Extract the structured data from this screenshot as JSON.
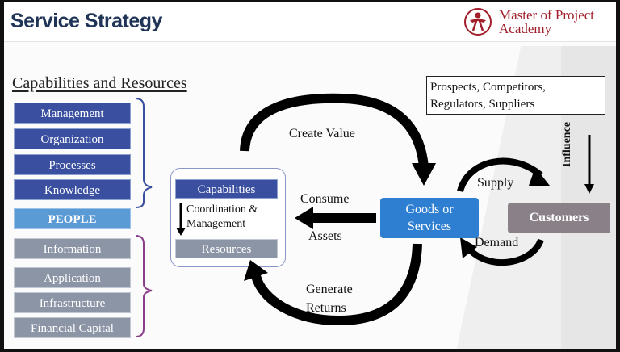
{
  "header": {
    "title": "Service Strategy",
    "logo": {
      "line1": "Master of Project",
      "line2": "Academy"
    }
  },
  "capabilities_resources": {
    "title": "Capabilities and Resources",
    "capabilities": [
      "Management",
      "Organization",
      "Processes",
      "Knowledge"
    ],
    "people": "PEOPLE",
    "resources": [
      "Information",
      "Application",
      "Infrastructure",
      "Financial Capital"
    ]
  },
  "external": {
    "line1": "Prospects, Competitors,",
    "line2": "Regulators, Suppliers"
  },
  "center": {
    "capabilities": "Capabilities",
    "coordination_line1": "Coordination &",
    "coordination_line2": "Management",
    "resources": "Resources"
  },
  "flow": {
    "create_value": "Create Value",
    "consume": "Consume",
    "assets": "Assets",
    "generate": "Generate",
    "returns": "Returns",
    "goods_line1": "Goods or",
    "goods_line2": "Services",
    "supply": "Supply",
    "demand": "Demand",
    "customers": "Customers",
    "influence": "Influence"
  },
  "colors": {
    "capability_blue": "#3a4f9f",
    "resource_gray": "#8c95a6",
    "people_blue": "#5b9bd5",
    "goods_blue": "#2e7fd1",
    "customers_gray": "#8a8188",
    "logo_red": "#a11f2b"
  }
}
